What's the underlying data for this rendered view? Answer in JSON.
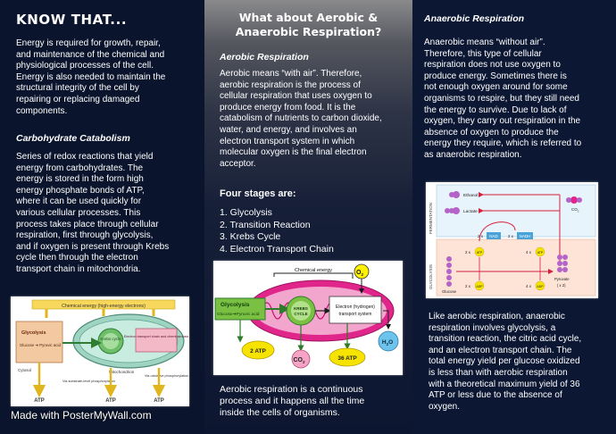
{
  "left": {
    "heading": "KNOW THAT...",
    "intro_lines": [
      "Energy is required for growth, repair,",
      "and maintenance of the chemical and",
      "physiological processes of the cell.",
      "Energy is also needed to maintain the",
      "structural integrity of the cell by",
      "repairing or replacing damaged",
      "components."
    ],
    "subheading": "Carbohydrate Catabolism",
    "body_lines": [
      "Series of redox reactions that yield",
      "energy from carbohydrates. The",
      "energy is stored in the form high",
      "energy phosphate bonds of ATP,",
      "where it can be used quickly for",
      "various cellular processes. This",
      "process takes place through cellular",
      "respiration, first through glycolysis,",
      "and if oxygen is present through Krebs",
      "cycle then through the electron",
      "transport chain in mitochondria."
    ],
    "diagram": {
      "top_label": "Chemical energy (high-energy electrons)",
      "glycolysis": "Glycolysis",
      "glucose_pyruvic": "Glucose ➜ Pyruvic acid",
      "krebs": "Krebs cycle",
      "etc": "Electron transport chain and chemiosmosis",
      "cytosol": "Cytosol",
      "mitochondrion": "Mitochondrion",
      "substrate_phos": "Via substrate-level phosphorylation",
      "oxidative_phos": "Via oxidative phosphorylation",
      "atp": "ATP"
    },
    "watermark": "Made with PosterMyWall.com"
  },
  "middle": {
    "title_line1": "What about Aerobic &",
    "title_line2": "Anaerobic Respiration?",
    "subheading": "Aerobic Respiration",
    "body_lines": [
      "Aerobic means “with air”. Therefore,",
      "aerobic respiration is the process of",
      "cellular respiration that uses oxygen to",
      "produce energy from food. It is the",
      "catabolism of nutrients to carbon dioxide,",
      "water, and energy, and involves an",
      "electron transport system in which",
      "molecular oxygen is the final electron",
      "acceptor."
    ],
    "stages_heading": "Four stages are:",
    "stages": [
      "1. Glycolysis",
      "2. Transition Reaction",
      "3. Krebs Cycle",
      "4. Electron Transport Chain"
    ],
    "diagram": {
      "chemical_energy": "Chemical energy",
      "o2": "O",
      "o2_sub": "2",
      "glycolysis": "Glycolysis",
      "glucose_pyruvic": "Glucose➜Pyruvic acid",
      "krebs_line1": "KREBS",
      "krebs_line2": "CYCLE",
      "etc_line1": "Electron (hydrogen)",
      "etc_line2": "transport system",
      "atp2": "2 ATP",
      "co2": "CO",
      "co2_sub": "2",
      "atp36": "36 ATP",
      "h2o": "H",
      "h2o_sub": "2",
      "h2o_end": "O"
    },
    "footer_lines": [
      "Aerobic respiration is a continuous",
      "process and it happens all the time",
      "inside the cells of organisms."
    ]
  },
  "right": {
    "subheading": "Anaerobic Respiration",
    "body_lines": [
      "Anaerobic means “without air”.",
      "Therefore, this type of cellular",
      "respiration does not use oxygen to",
      "produce energy.  Sometimes there is",
      "not enough oxygen around for some",
      "organisms to respire, but they still need",
      "the energy to survive.  Due to lack of",
      "oxygen, they carry out respiration in the",
      "absence of oxygen to produce the",
      "energy they require, which is referred to",
      "as anaerobic respiration."
    ],
    "diagram": {
      "fermentation": "FERMENTATION",
      "glycolysis": "GLYCOLYSIS",
      "ethanol": "Ethanol",
      "lactate": "Lactate",
      "co2": "CO",
      "co2_sub": "2",
      "two_x": "2 x",
      "nad": "NAD",
      "nadh": "NADH",
      "atp": "ATP",
      "adp": "ADP",
      "four_x": "4 x",
      "pyruvate": "Pyruvate",
      "pyruvate_count": "( x 2)",
      "glucose": "Glucose"
    },
    "footer_lines": [
      "Like aerobic respiration, anaerobic",
      "respiration involves glycolysis, a",
      "transition reaction, the citric acid cycle,",
      "and an electron transport chain. The",
      "total energy yield per glucose oxidized",
      "is less than with aerobic respiration",
      "with a theoretical maximum yield of 36",
      "ATP or less due to the absence of",
      "oxygen."
    ]
  },
  "colors": {
    "left_bg": "#0a142c",
    "right_bg": "#0c1733",
    "glycolysis_green": "#7ac143",
    "mitochondrion_magenta": "#e0268a",
    "atp_yellow": "#f6e400",
    "co2_pink": "#f5a3c7",
    "h2o_blue": "#6cc3ec"
  }
}
